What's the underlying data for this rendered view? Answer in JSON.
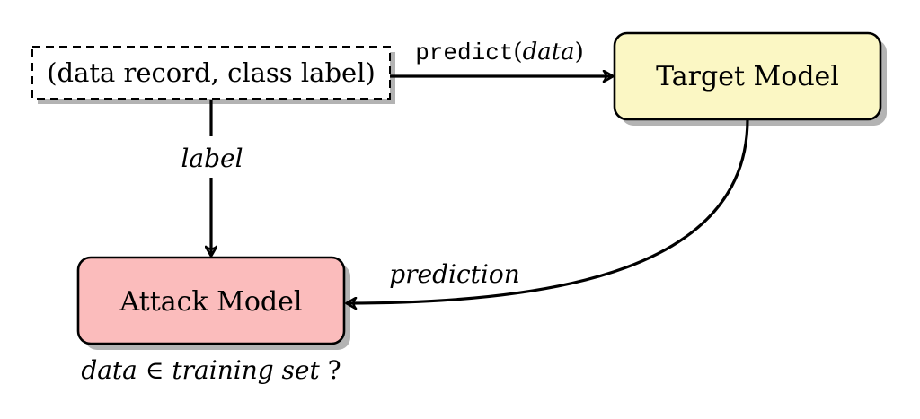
{
  "nodes": {
    "input": {
      "label": "(data record, class label)"
    },
    "target": {
      "label": "Target Model",
      "fill": "#fbf7c4"
    },
    "attack": {
      "label": "Attack Model",
      "fill": "#fbbcbc"
    }
  },
  "edges": {
    "predict": {
      "func": "predict",
      "paren_open": "(",
      "arg": "data",
      "paren_close": ")"
    },
    "label": {
      "text": "label"
    },
    "prediction": {
      "text": "prediction"
    }
  },
  "question": {
    "part1": "data",
    "symbol": "∈",
    "part2": "training set",
    "part3": "?"
  },
  "colors": {
    "stroke": "#000000",
    "shadow": "#b3b3b3"
  }
}
